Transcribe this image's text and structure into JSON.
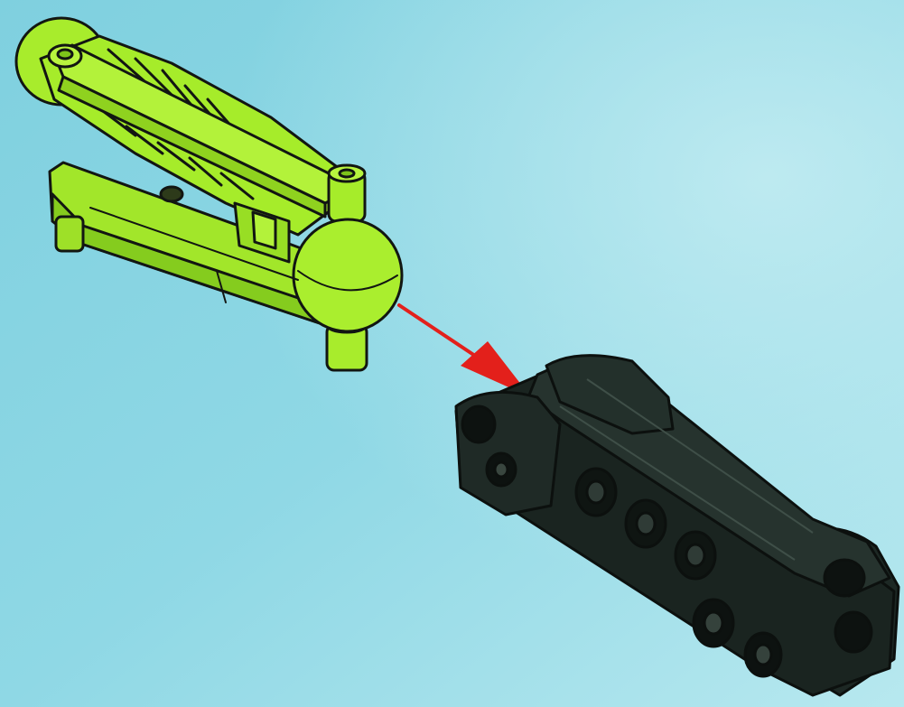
{
  "colors": {
    "background_light": "#b6e7ee",
    "background_mid": "#8fd6e3",
    "background_dark": "#6cc6d8",
    "lime_part": "#a6ec2a",
    "lime_shadow": "#7fc51a",
    "black_part": "#1f2a26",
    "black_highlight": "#3a4a44",
    "outline": "#101410",
    "arrow": "#e3201b"
  },
  "parts": {
    "lime": {
      "name": "lime-green-ball-joint-part",
      "icon": "lime-technic-part-icon"
    },
    "black": {
      "name": "black-technic-beam-connector",
      "icon": "black-technic-beam-icon"
    }
  },
  "instruction": {
    "direction": "down-right",
    "icon": "red-arrow-icon"
  }
}
